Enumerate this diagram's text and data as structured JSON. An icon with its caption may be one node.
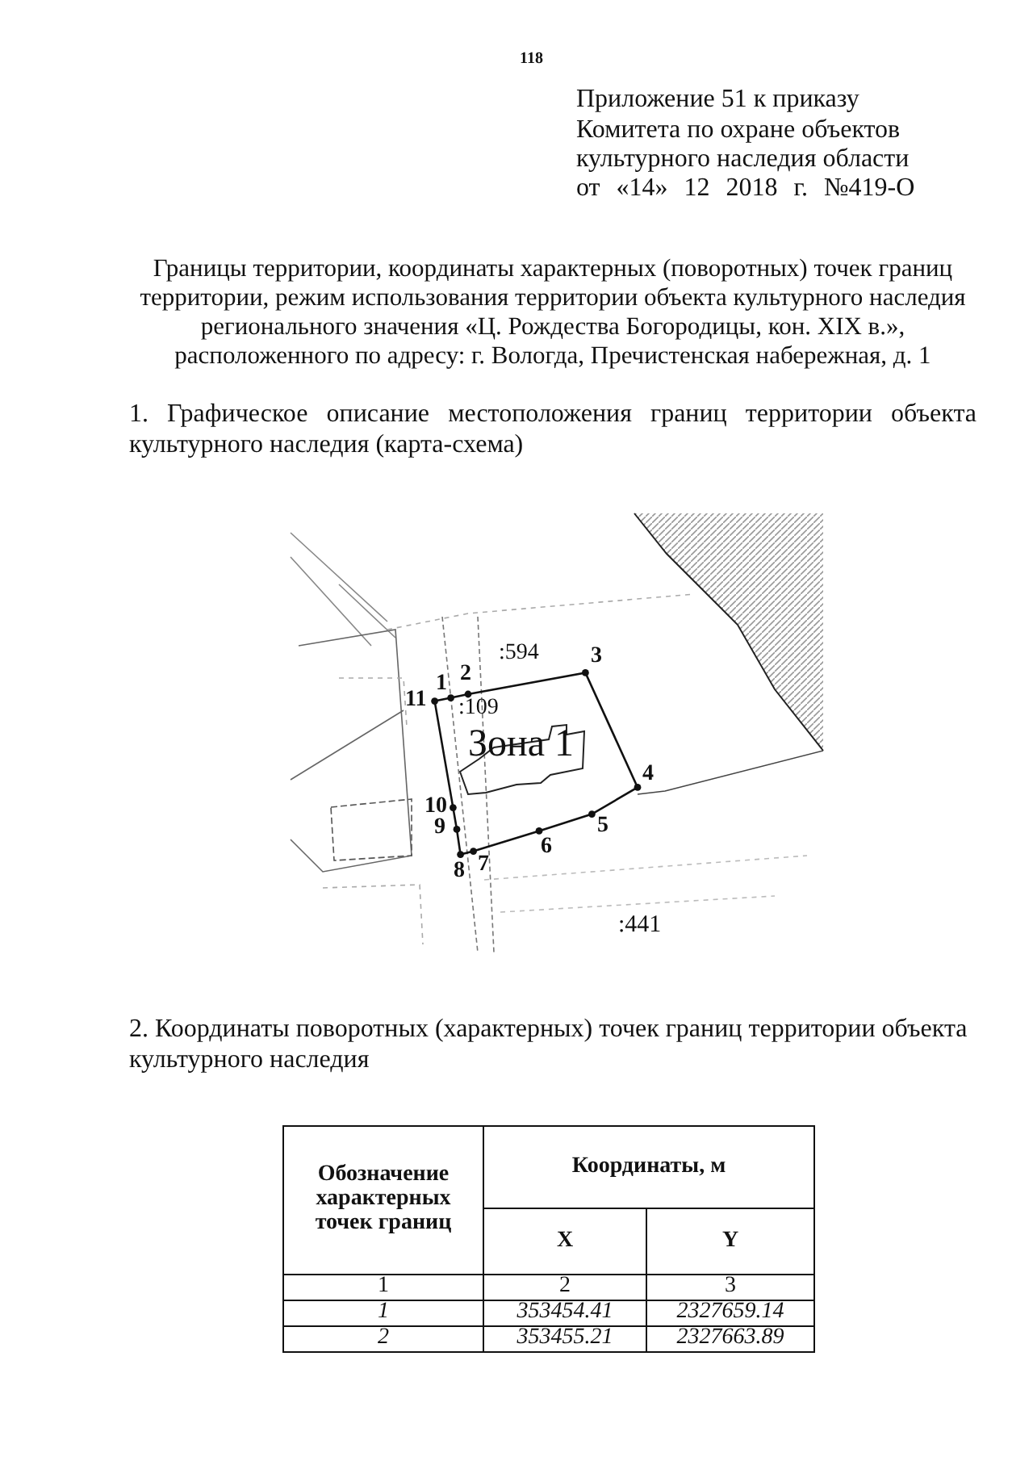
{
  "diagram": {
    "labels": [
      "118",
      "Приложение 51 к приказу Комитета по охране объектов культурного наследия области",
      "от «14» 12 2018 г. №419-О",
      "Границы территории, координаты характерных (поворотных) точек границ территории, режим использования территории объекта культурного наследия регионального значения «Ц. Рождества Богородицы, кон. XIX в.», расположенного по адресу: г. Вологда, Пречистенская набережная, д. 1",
      "1. Графическое описание местоположения границ территории объекта культурного наследия (карта-схема)",
      ":594",
      "3",
      "2",
      "1",
      "11",
      ":109",
      "Зона 1",
      "4",
      "10",
      "9",
      "5",
      "6",
      "8",
      "7",
      ":441",
      "2. Координаты поворотных (характерных) точек границ территории объекта культурного наследия",
      "Обозначение характерных точек границ",
      "Координаты, м",
      "X",
      "Y",
      "1",
      "2",
      "3",
      "1",
      "353454.41",
      "2327659.14",
      "2",
      "353455.21",
      "2327663.89"
    ]
  }
}
